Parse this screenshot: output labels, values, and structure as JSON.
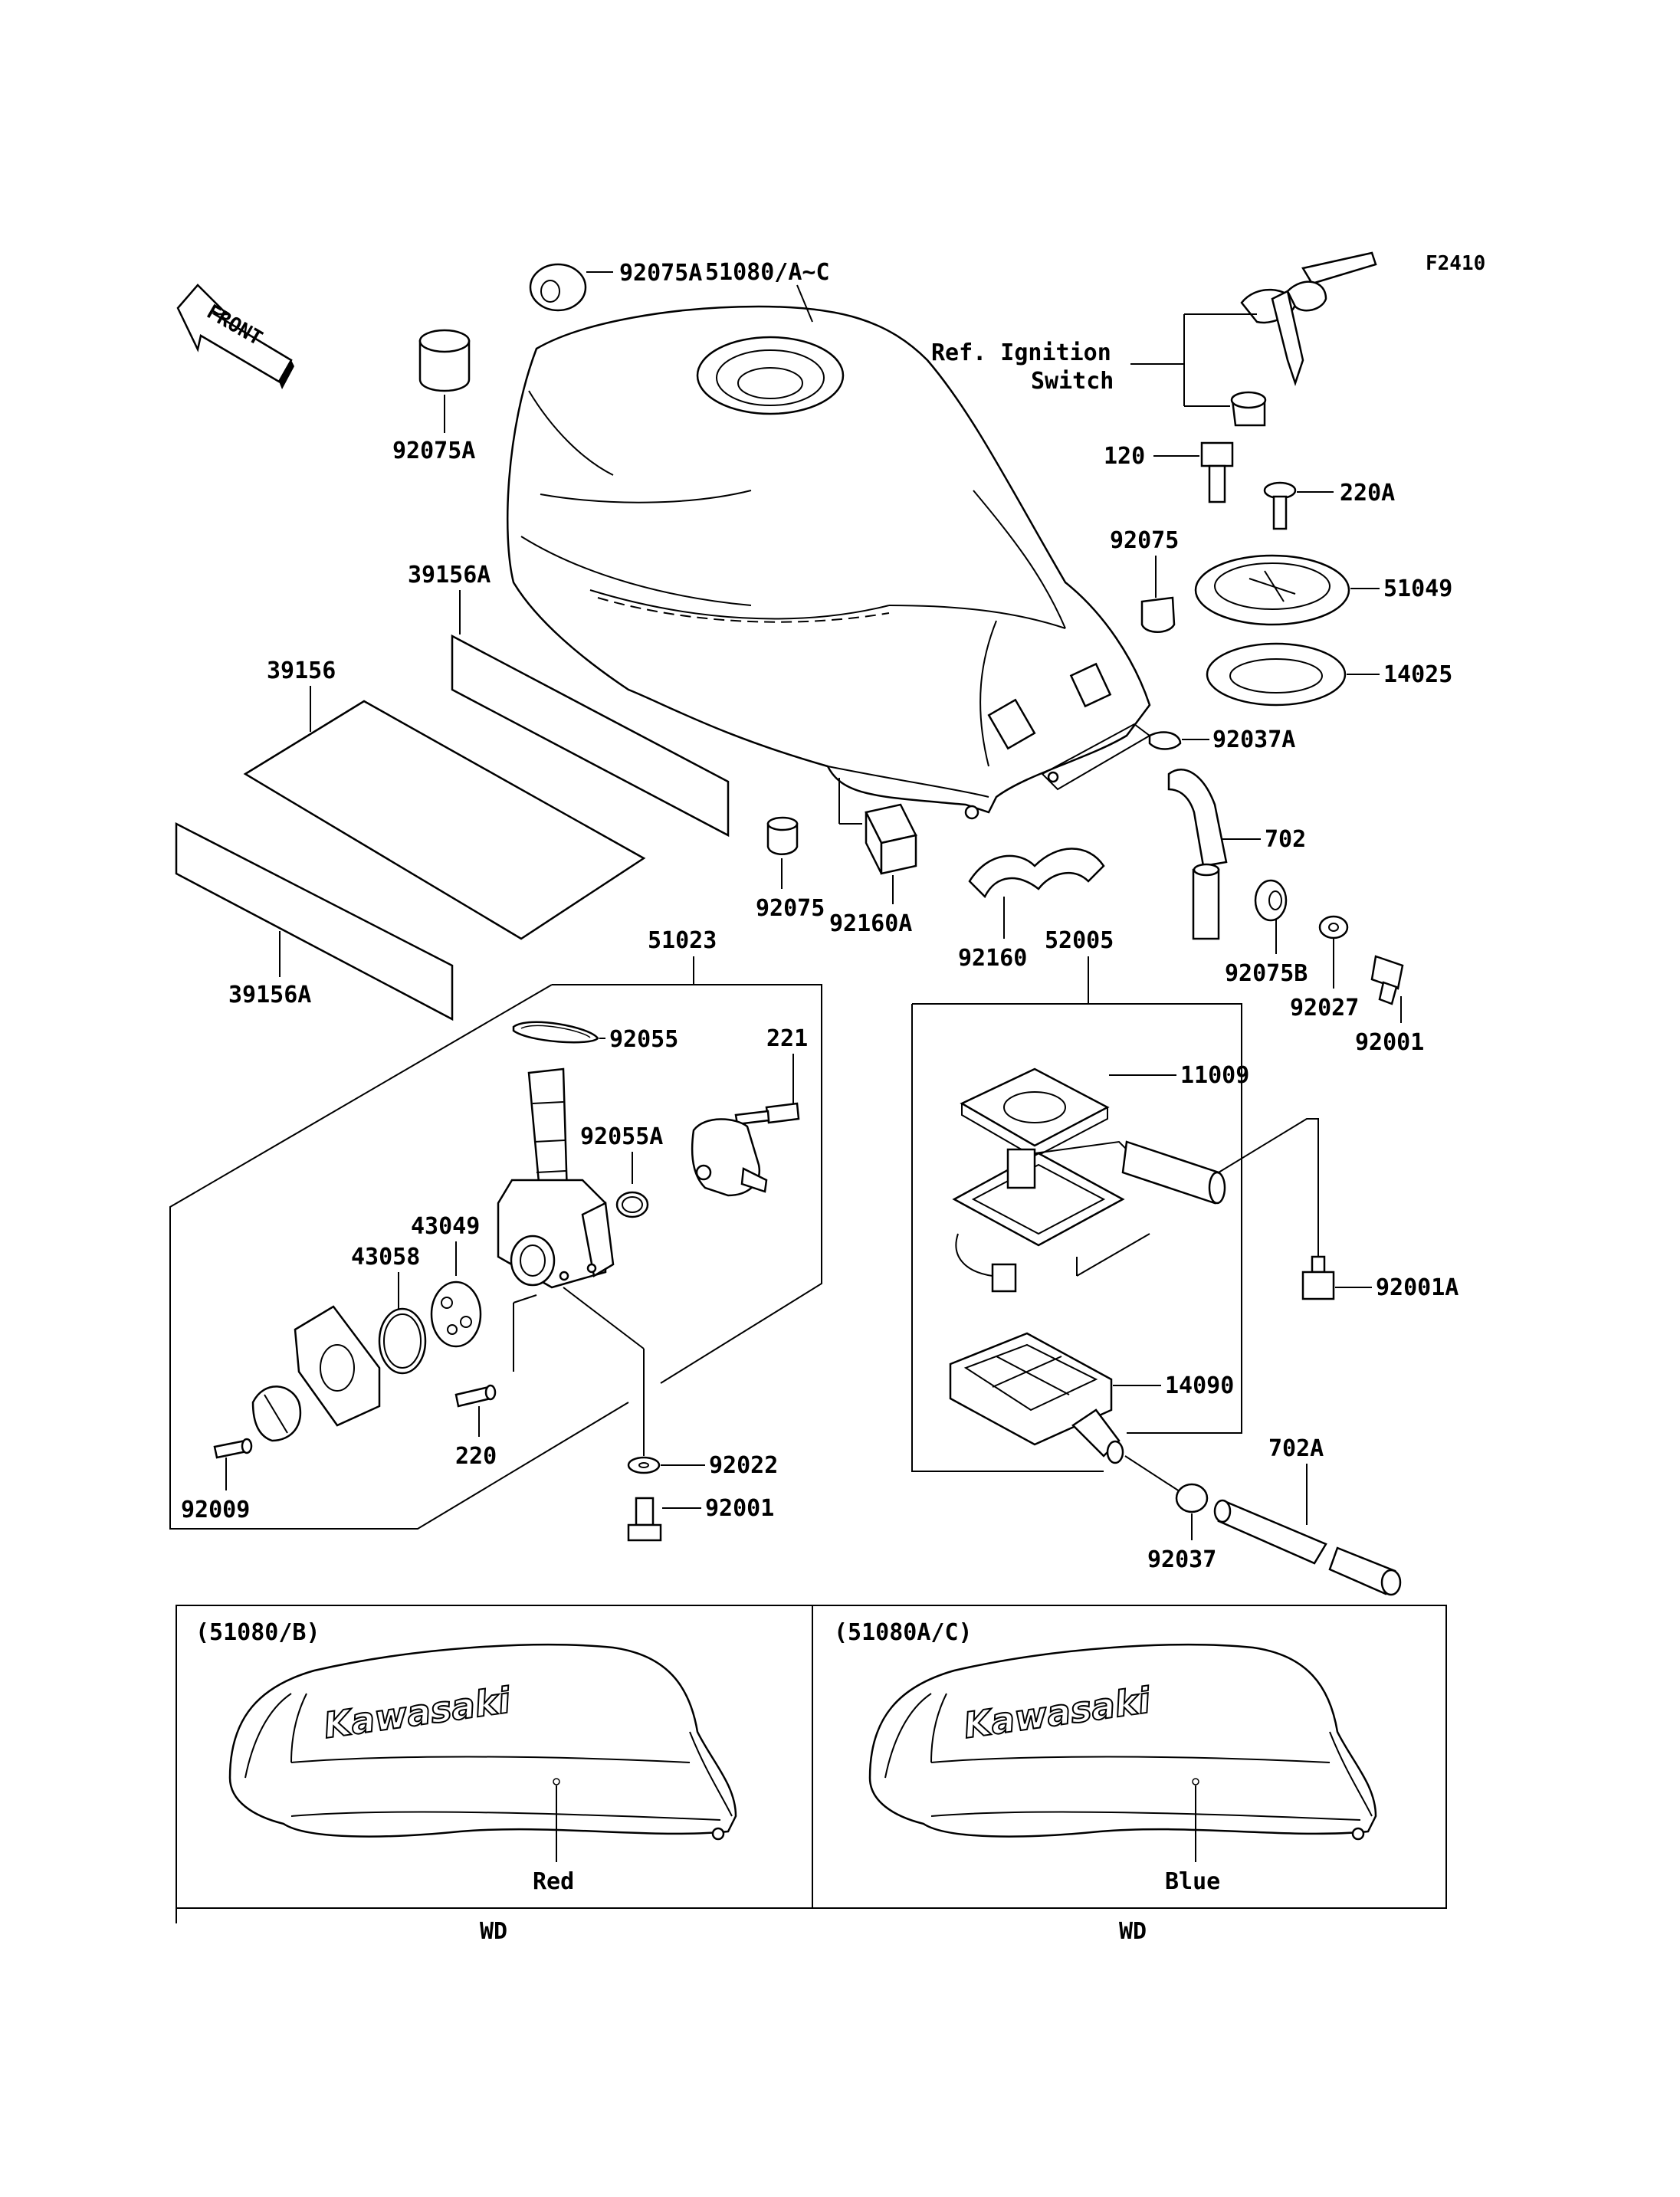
{
  "figure_code": "F2410",
  "front_arrow": "FRONT",
  "callouts": {
    "p92075A_top": "92075A",
    "p51080": "51080/A~C",
    "p92075A_left": "92075A",
    "ref_ignition": "Ref. Ignition",
    "switch": "Switch",
    "p120": "120",
    "p220A": "220A",
    "p92075_right": "92075",
    "p51049": "51049",
    "p14025": "14025",
    "p39156A_top": "39156A",
    "p92037A": "92037A",
    "p39156": "39156",
    "p702": "702",
    "p92075_mid": "92075",
    "p92160A": "92160A",
    "p92160": "92160",
    "p52005": "52005",
    "p92075B": "92075B",
    "p92027": "92027",
    "p92001_right": "92001",
    "p39156A_bottom": "39156A",
    "p51023": "51023",
    "p92055": "92055",
    "p221": "221",
    "p11009": "11009",
    "p92055A": "92055A",
    "p43049": "43049",
    "p43058": "43058",
    "p92001A": "92001A",
    "p14090": "14090",
    "p220": "220",
    "p702A": "702A",
    "p92022": "92022",
    "p92009": "92009",
    "p92001_bottom": "92001",
    "p92037": "92037"
  },
  "variants": [
    {
      "code": "(51080/B)",
      "logo": "Kawasaki",
      "color": "Red",
      "market": "WD"
    },
    {
      "code": "(51080A/C)",
      "logo": "Kawasaki",
      "color": "Blue",
      "market": "WD"
    }
  ]
}
